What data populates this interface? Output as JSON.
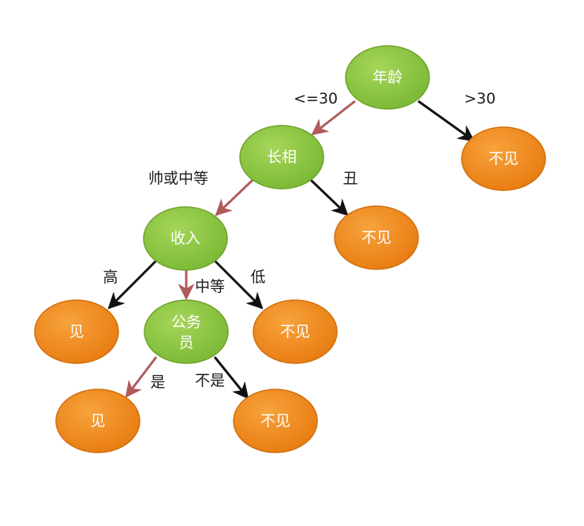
{
  "colors": {
    "decision_fill": "#8cc63e",
    "decision_stroke": "#6fa32a",
    "leaf_fill": "#f08a1c",
    "leaf_stroke": "#d06f0c",
    "edge_taken": "#b05a5a",
    "edge_other": "#111111"
  },
  "nodes": {
    "age": {
      "label": "年龄",
      "kind": "decision"
    },
    "looks": {
      "label": "长相",
      "kind": "decision"
    },
    "age_leaf": {
      "label": "不见",
      "kind": "leaf"
    },
    "income": {
      "label": "收入",
      "kind": "decision"
    },
    "looks_leaf": {
      "label": "不见",
      "kind": "leaf"
    },
    "income_high_leaf": {
      "label": "见",
      "kind": "leaf"
    },
    "civil": {
      "label_line1": "公务",
      "label_line2": "员",
      "kind": "decision"
    },
    "income_low_leaf": {
      "label": "不见",
      "kind": "leaf"
    },
    "civil_yes_leaf": {
      "label": "见",
      "kind": "leaf"
    },
    "civil_no_leaf": {
      "label": "不见",
      "kind": "leaf"
    }
  },
  "edges": {
    "age_le30": {
      "label": "<=30",
      "taken": true
    },
    "age_gt30": {
      "label": ">30",
      "taken": false
    },
    "looks_good": {
      "label": "帅或中等",
      "taken": true
    },
    "looks_ugly": {
      "label": "丑",
      "taken": false
    },
    "income_high": {
      "label": "高",
      "taken": false
    },
    "income_mid": {
      "label": "中等",
      "taken": true
    },
    "income_low": {
      "label": "低",
      "taken": false
    },
    "civil_yes": {
      "label": "是",
      "taken": true
    },
    "civil_no": {
      "label": "不是",
      "taken": false
    }
  }
}
